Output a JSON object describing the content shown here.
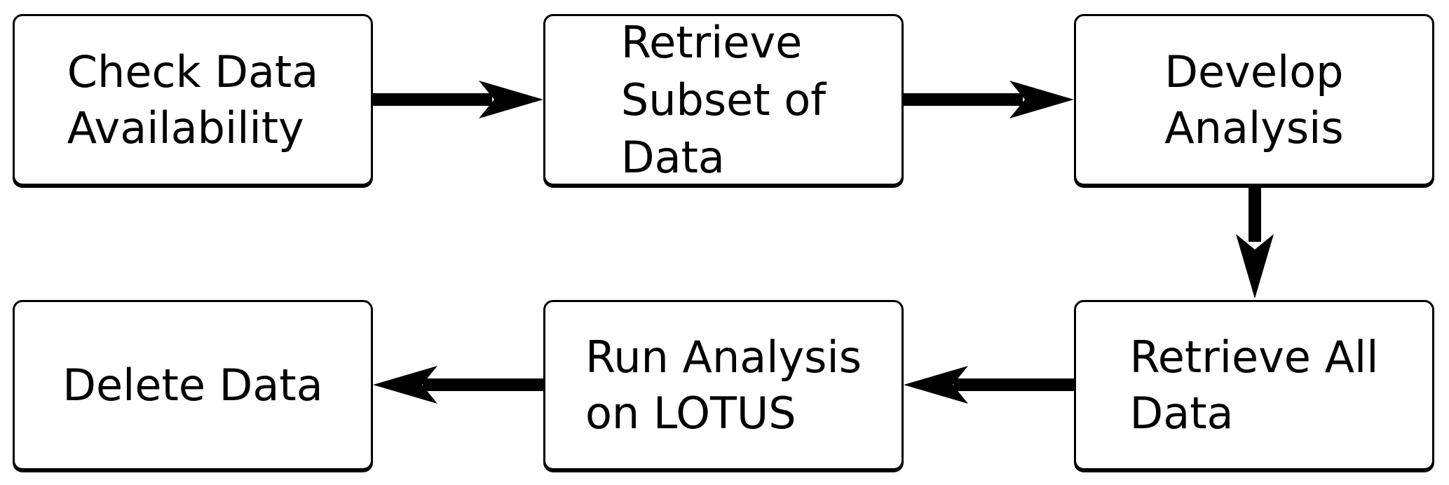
{
  "steps": [
    {
      "id": "check",
      "lines": [
        "Check Data",
        "Availability"
      ]
    },
    {
      "id": "retrieve-subset",
      "lines": [
        "Retrieve",
        "Subset of",
        "Data"
      ]
    },
    {
      "id": "develop",
      "lines": [
        "Develop",
        "Analysis"
      ]
    },
    {
      "id": "retrieve-all",
      "lines": [
        "Retrieve All",
        "Data"
      ]
    },
    {
      "id": "run",
      "lines": [
        "Run Analysis",
        "on LOTUS"
      ]
    },
    {
      "id": "delete",
      "lines": [
        "Delete Data"
      ]
    }
  ]
}
